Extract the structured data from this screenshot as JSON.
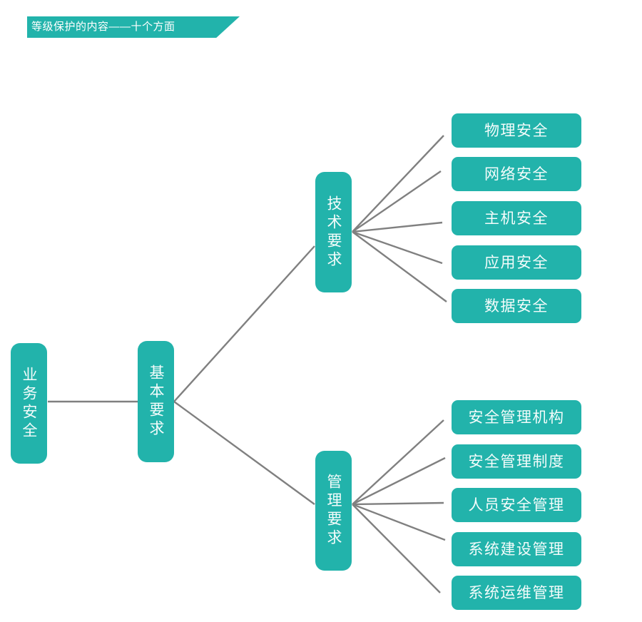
{
  "banner": {
    "title": "等级保护的内容——十个方面",
    "fill": "#22b3ab",
    "text_color": "#ffffff"
  },
  "theme": {
    "node_fill": "#22b3ab",
    "node_text": "#f4fcfb",
    "line_color": "#808080",
    "background": "#ffffff"
  },
  "diagram": {
    "type": "tree",
    "root": {
      "id": "business",
      "label": "业务安全",
      "orientation": "vertical"
    },
    "level1": {
      "id": "basic",
      "label": "基本要求",
      "orientation": "vertical"
    },
    "branches": [
      {
        "id": "tech",
        "label": "技术要求",
        "orientation": "vertical",
        "children": [
          {
            "id": "tech-1",
            "label": "物理安全"
          },
          {
            "id": "tech-2",
            "label": "网络安全"
          },
          {
            "id": "tech-3",
            "label": "主机安全"
          },
          {
            "id": "tech-4",
            "label": "应用安全"
          },
          {
            "id": "tech-5",
            "label": "数据安全"
          }
        ]
      },
      {
        "id": "mgmt",
        "label": "管理要求",
        "orientation": "vertical",
        "children": [
          {
            "id": "mgmt-1",
            "label": "安全管理机构"
          },
          {
            "id": "mgmt-2",
            "label": "安全管理制度"
          },
          {
            "id": "mgmt-3",
            "label": "人员安全管理"
          },
          {
            "id": "mgmt-4",
            "label": "系统建设管理"
          },
          {
            "id": "mgmt-5",
            "label": "系统运维管理"
          }
        ]
      }
    ],
    "total_aspects": 10
  }
}
